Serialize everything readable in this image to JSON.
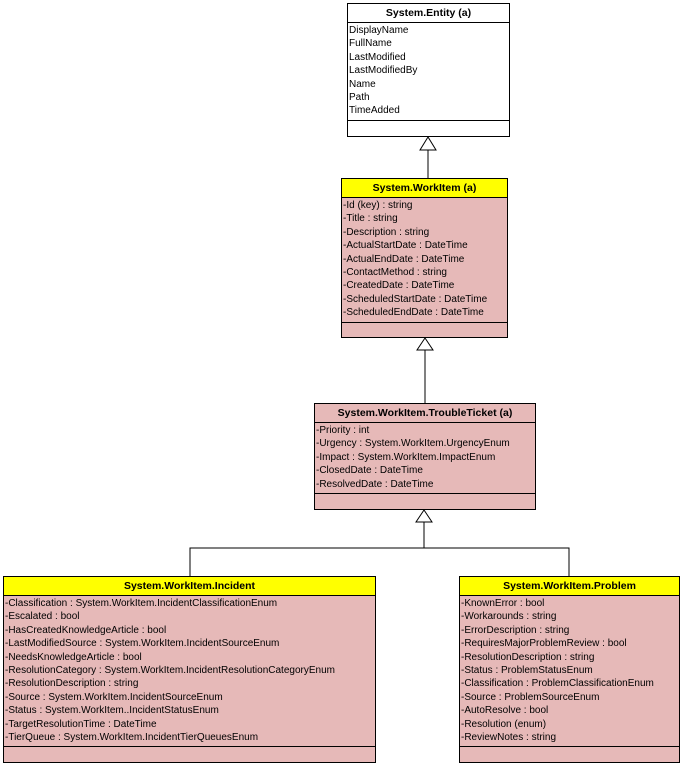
{
  "colors": {
    "header_highlight": "#ffff00",
    "body_fill": "#e6b9b8",
    "plain_fill": "#ffffff",
    "line": "#000000"
  },
  "classes": {
    "entity": {
      "name": "System.Entity (a)",
      "attributes": [
        "DisplayName",
        "FullName",
        "LastModified",
        "LastModifiedBy",
        "Name",
        "Path",
        "TimeAdded"
      ]
    },
    "workitem": {
      "name": "System.WorkItem (a)",
      "attributes": [
        "-Id (key) : string",
        "-Title : string",
        "-Description : string",
        "-ActualStartDate : DateTime",
        "-ActualEndDate : DateTime",
        "-ContactMethod : string",
        "-CreatedDate : DateTime",
        "-ScheduledStartDate : DateTime",
        "-ScheduledEndDate : DateTime"
      ]
    },
    "troubleticket": {
      "name": "System.WorkItem.TroubleTicket (a)",
      "attributes": [
        "-Priority : int",
        "-Urgency : System.WorkItem.UrgencyEnum",
        "-Impact : System.WorkItem.ImpactEnum",
        "-ClosedDate : DateTime",
        "-ResolvedDate : DateTime"
      ]
    },
    "incident": {
      "name": "System.WorkItem.Incident",
      "attributes": [
        "-Classification : System.WorkItem.IncidentClassificationEnum",
        "-Escalated : bool",
        "-HasCreatedKnowledgeArticle : bool",
        "-LastModifiedSource : System.WorkItem.IncidentSourceEnum",
        "-NeedsKnowledgeArticle : bool",
        "-ResolutionCategory : System.WorkItem.IncidentResolutionCategoryEnum",
        "-ResolutionDescription : string",
        "-Source : System.WorkItem.IncidentSourceEnum",
        "-Status : System.WorkItem..IncidentStatusEnum",
        "-TargetResolutionTime : DateTime",
        "-TierQueue : System.WorkItem.IncidentTierQueuesEnum"
      ]
    },
    "problem": {
      "name": "System.WorkItem.Problem",
      "attributes": [
        "-KnownError : bool",
        "-Workarounds : string",
        "-ErrorDescription : string",
        "-RequiresMajorProblemReview : bool",
        "-ResolutionDescription : string",
        "-Status : ProblemStatusEnum",
        "-Classification : ProblemClassificationEnum",
        "-Source : ProblemSourceEnum",
        "-AutoResolve : bool",
        "-Resolution (enum)",
        "-ReviewNotes : string"
      ]
    }
  },
  "relations": [
    {
      "child": "workitem",
      "parent": "entity",
      "type": "generalization"
    },
    {
      "child": "troubleticket",
      "parent": "workitem",
      "type": "generalization"
    },
    {
      "child": "incident",
      "parent": "troubleticket",
      "type": "generalization"
    },
    {
      "child": "problem",
      "parent": "troubleticket",
      "type": "generalization"
    }
  ]
}
